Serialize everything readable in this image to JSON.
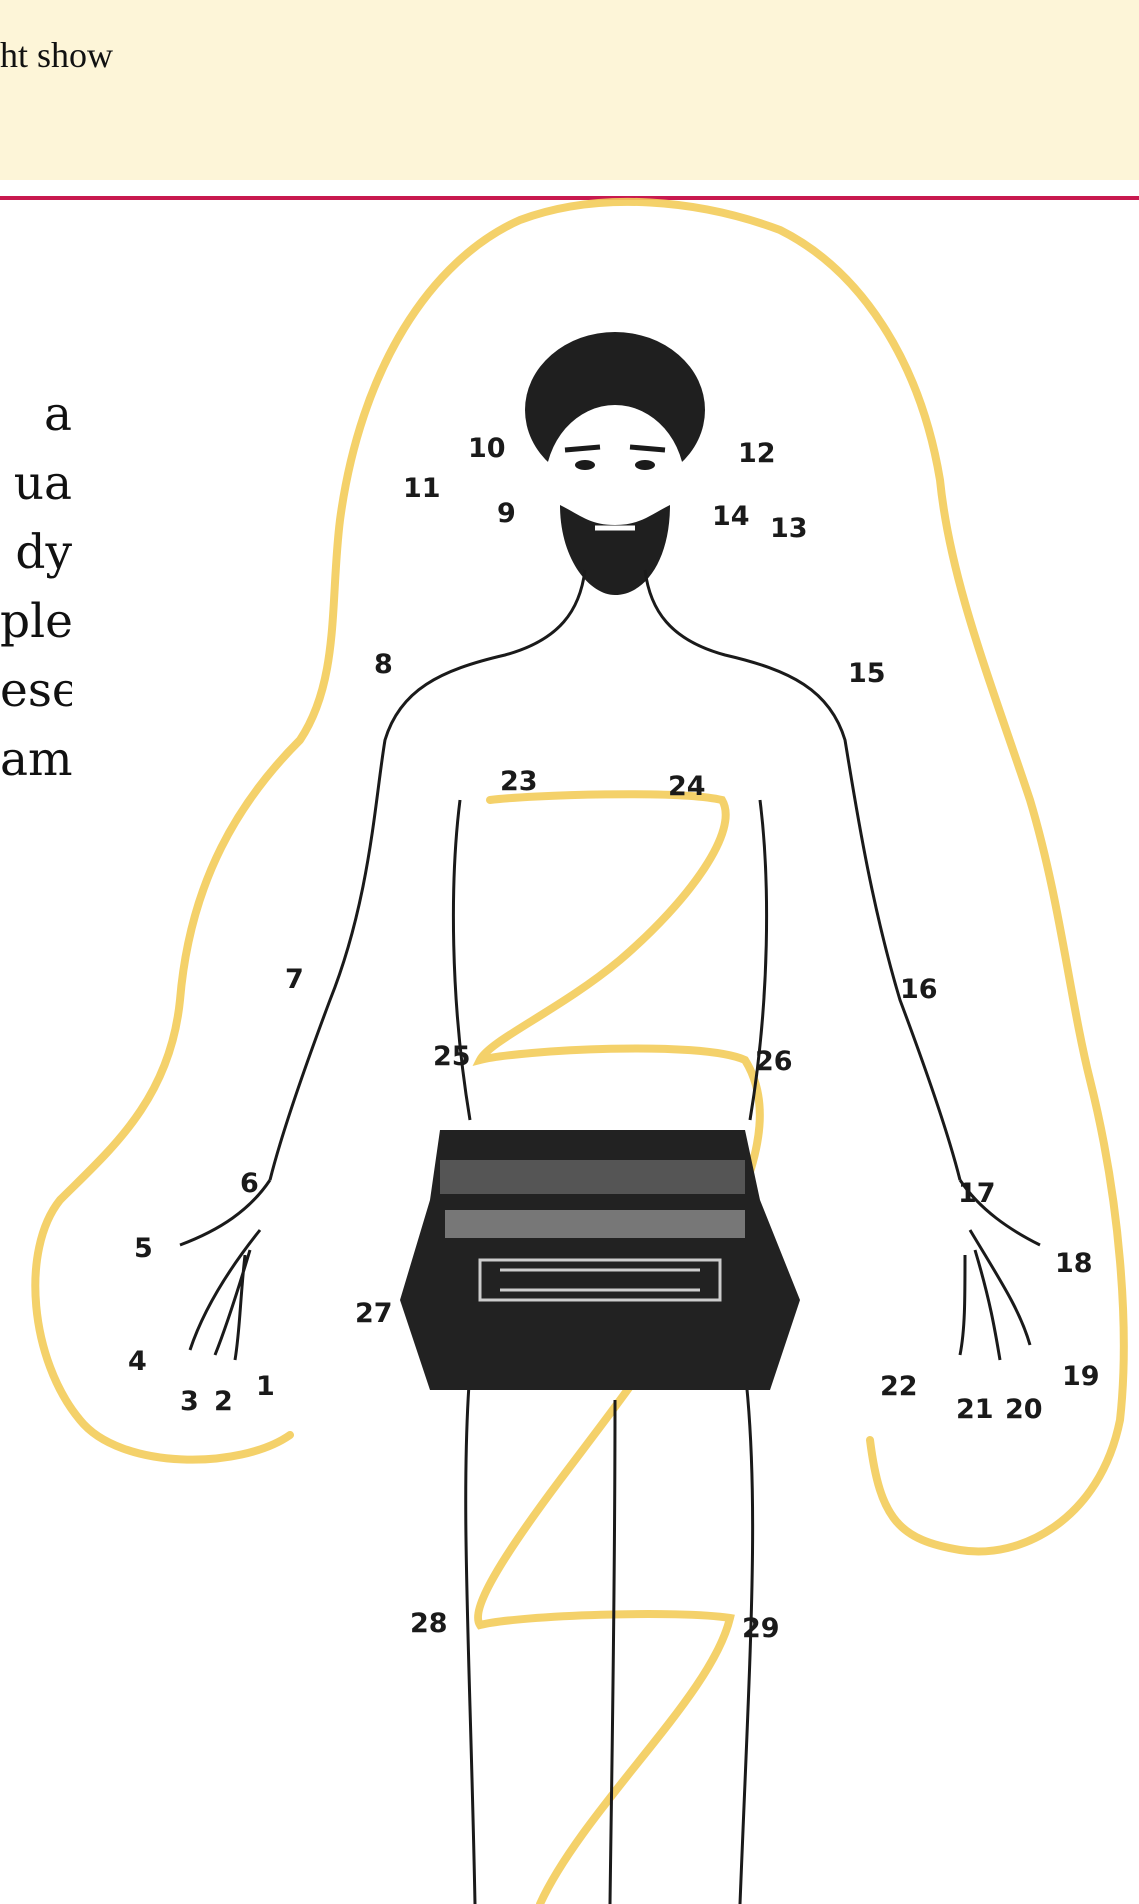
{
  "banner": {
    "text": "ht show"
  },
  "paragraph": {
    "lines": [
      "a",
      "ua",
      "dy",
      "ple",
      "ese",
      "am"
    ]
  },
  "figure": {
    "labels": [
      "1",
      "2",
      "3",
      "4",
      "5",
      "6",
      "7",
      "8",
      "9",
      "10",
      "11",
      "12",
      "13",
      "14",
      "15",
      "16",
      "17",
      "18",
      "19",
      "20",
      "21",
      "22",
      "23",
      "24",
      "25",
      "26",
      "27",
      "28",
      "29"
    ],
    "colors": {
      "outline": "#f3cc5a",
      "ink": "#1a1a1a",
      "accent": "#c8194f",
      "banner": "#fdf5d8"
    }
  }
}
